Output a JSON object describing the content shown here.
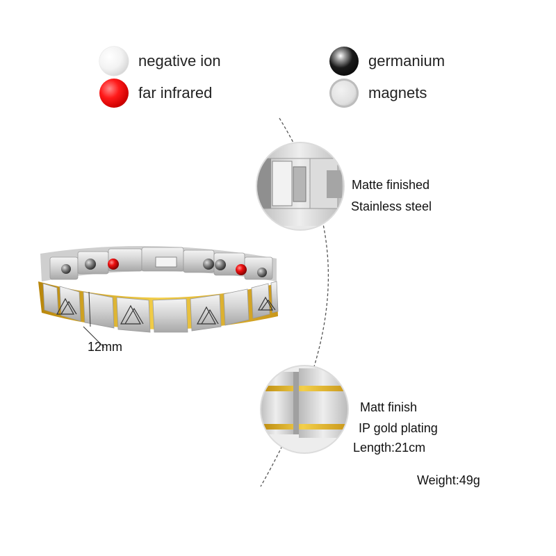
{
  "legend": [
    {
      "label": "negative ion",
      "icon": "white-sphere-icon",
      "color": "#f0f0f0"
    },
    {
      "label": "far infrared",
      "icon": "red-sphere-icon",
      "color": "#e00000"
    },
    {
      "label": "germanium",
      "icon": "black-sphere-icon",
      "color": "#111111"
    },
    {
      "label": "magnets",
      "icon": "silver-sphere-icon",
      "color": "#d9d9d9"
    }
  ],
  "detail_top": {
    "line1": "Matte finished",
    "line2": "Stainless steel"
  },
  "detail_bottom": {
    "line1": "Matt finish",
    "line2": "IP gold plating",
    "line3": "Length:21cm"
  },
  "width_label": "12mm",
  "weight_label": "Weight:49g",
  "colors": {
    "gold": "#d9a81e",
    "steel": "#d6d6d6",
    "red_stone": "#e00000"
  }
}
